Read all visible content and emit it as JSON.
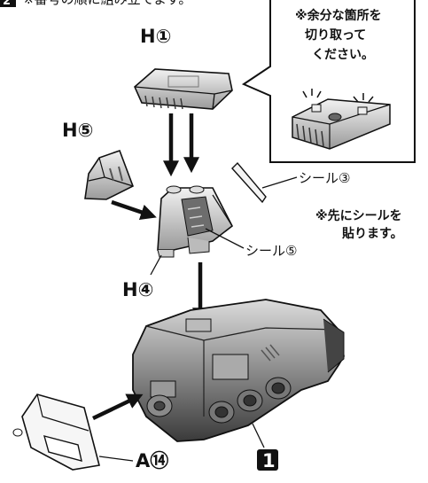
{
  "instruction": {
    "step_badge": "2",
    "text": "※番号の順に組み立てます。"
  },
  "callout": {
    "line1": "※余分な箇所を",
    "line2": "切り取って",
    "line3": "ください。"
  },
  "side_note": {
    "line1": "※先にシールを",
    "line2": "貼ります。"
  },
  "labels": {
    "h1": "H①",
    "h5": "H⑤",
    "h4": "H④",
    "seal3": "シール③",
    "seal5": "シール⑤",
    "a14": "A⑭",
    "body_badge": "1"
  }
}
